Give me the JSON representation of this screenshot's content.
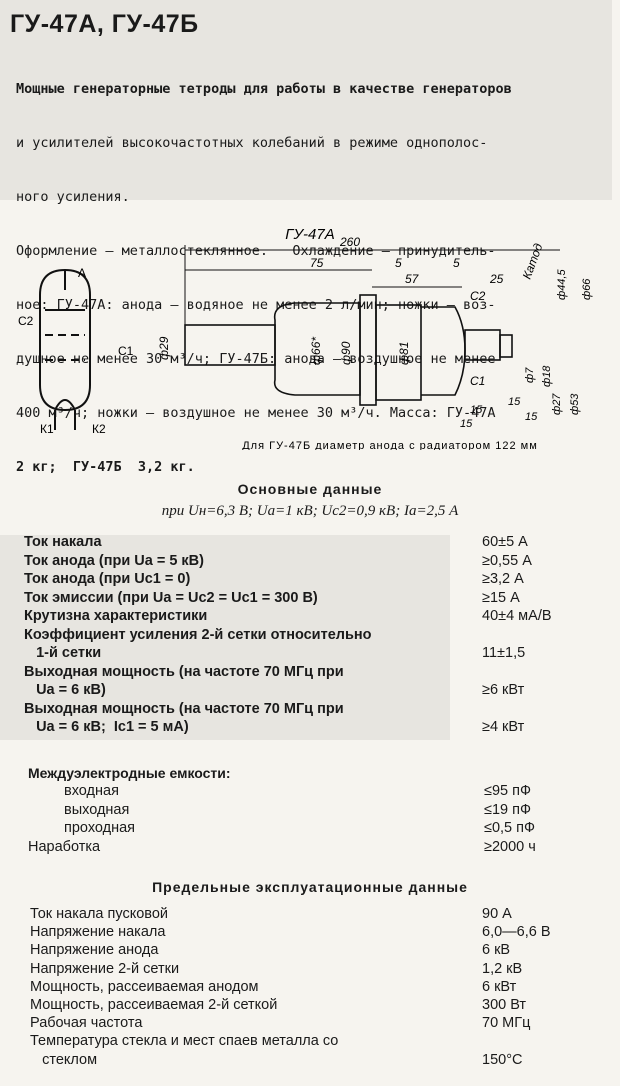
{
  "title": "ГУ-47А, ГУ-47Б",
  "intro": {
    "lines": [
      "Мощные генераторные тетроды для работы в качестве генераторов",
      "и усилителей высокочастотных колебаний в режиме однополос-",
      "ного усиления.",
      "Оформление — металлостеклянное.   Охлаждение — принудитель-",
      "ное: ГУ-47А: анода — водяное не менее 2 л/мин; ножки — воз-",
      "душное не менее 30 м³/ч; ГУ-47Б: анода — воздушное не менее",
      "400 м³/ч; ножки — воздушное не менее 30 м³/ч. Масса: ГУ-47А",
      "2 кг;  ГУ-47Б  3,2 кг."
    ]
  },
  "figure": {
    "tube_name": "ГУ-47А",
    "symbol_labels": [
      "A",
      "C2",
      "C1",
      "К1",
      "К2"
    ],
    "dimensions": [
      "260",
      "75",
      "5",
      "5",
      "57",
      "25",
      "С2",
      "Катод",
      "ф44,5",
      "ф66",
      "ф29",
      "ф66*",
      "ф90",
      "ф81",
      "С1",
      "ф7",
      "ф18",
      "ф27",
      "ф53",
      "15",
      "15",
      "15",
      "15"
    ],
    "caption": "Для ГУ-47Б диаметр анода с радиатором 122 мм"
  },
  "main_data": {
    "heading": "Основные данные",
    "conditions": "при  Uн=6,3 В;  Uа=1 кВ;  Uс2=0,9 кВ;  Iа=2,5 А",
    "rows": [
      {
        "label": "Ток накала",
        "value": "60±5 А"
      },
      {
        "label": "Ток анода (при Uа = 5 кВ)",
        "value": "≥0,55 А"
      },
      {
        "label": "Ток анода (при Uс1 = 0)",
        "value": "≥3,2 А"
      },
      {
        "label": "Ток эмиссии (при Uа = Uс2 = Uс1 = 300 В)",
        "value": "≥15 А"
      },
      {
        "label": "Крутизна характеристики",
        "value": "40±4 мА/В"
      },
      {
        "label": "Коэффициент усиления 2-й сетки относительно",
        "value": ""
      },
      {
        "label": "   1-й сетки",
        "value": "11±1,5"
      },
      {
        "label": "Выходная мощность (на частоте 70 МГц при",
        "value": ""
      },
      {
        "label": "   Uа = 6 кВ)",
        "value": "≥6 кВт"
      },
      {
        "label": "Выходная мощность (на частоте 70 МГц при",
        "value": ""
      },
      {
        "label": "   Uа = 6 кВ;  Iс1 = 5 мА)",
        "value": "≥4 кВт"
      }
    ]
  },
  "capacitance": {
    "heading": "Междуэлектродные емкости:",
    "rows": [
      {
        "label": "входная",
        "value": "≤95 пФ"
      },
      {
        "label": "выходная",
        "value": "≤19 пФ"
      },
      {
        "label": "проходная",
        "value": "≤0,5 пФ"
      }
    ],
    "lifetime": {
      "label": "Наработка",
      "value": "≥2000 ч"
    }
  },
  "limits": {
    "heading": "Предельные эксплуатационные данные",
    "rows": [
      {
        "label": "Ток накала пусковой",
        "value": "90 А"
      },
      {
        "label": "Напряжение накала",
        "value": "6,0—6,6 В"
      },
      {
        "label": "Напряжение анода",
        "value": "6 кВ"
      },
      {
        "label": "Напряжение 2-й сетки",
        "value": "1,2 кВ"
      },
      {
        "label": "Мощность, рассеиваемая анодом",
        "value": "6 кВт"
      },
      {
        "label": "Мощность, рассеиваемая 2-й сеткой",
        "value": "300 Вт"
      },
      {
        "label": "Рабочая частота",
        "value": "70 МГц"
      },
      {
        "label": "Температура стекла и мест спаев металла со",
        "value": ""
      },
      {
        "label": "   стеклом",
        "value": "150°С"
      }
    ]
  }
}
